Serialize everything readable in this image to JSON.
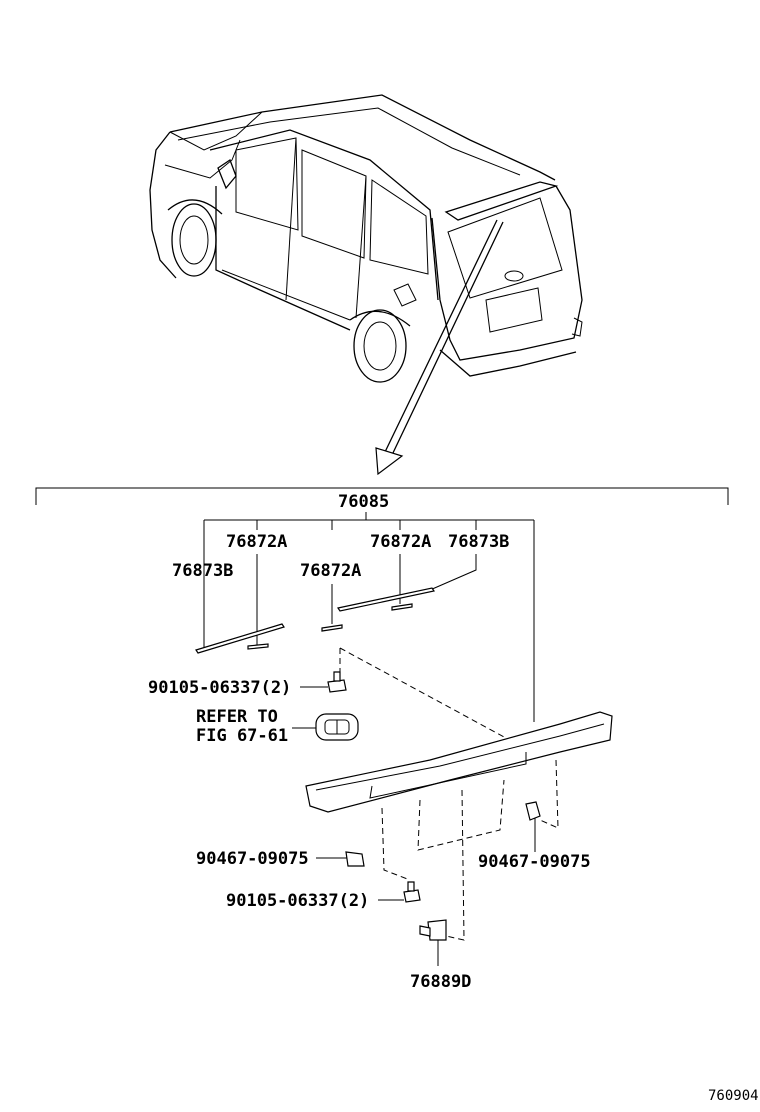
{
  "parts": {
    "assembly": "76085",
    "tape_76873b_left": "76873B",
    "tape_76872a_left": "76872A",
    "tape_76872a_mid": "76872A",
    "tape_76872a_right": "76872A",
    "tape_76873b_right": "76873B",
    "screw_upper": "90105-06337(2)",
    "refer_line1": "REFER TO",
    "refer_line2": "FIG 67-61",
    "clip_left": "90467-09075",
    "clip_right": "90467-09075",
    "screw_lower": "90105-06337(2)",
    "nut": "76889D"
  },
  "figure_id": "760904"
}
